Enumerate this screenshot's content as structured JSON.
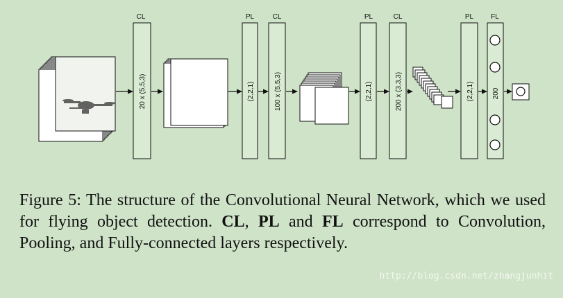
{
  "labels": {
    "cl": "CL",
    "pl": "PL",
    "fl": "FL",
    "conv1": "20 x (5,5,3)",
    "pool1": "(2,2,1)",
    "conv2": "100 x (5,5,3)",
    "pool2": "(2,2,1)",
    "conv3": "200 x (3,3,3)",
    "pool3": "(2,2,1)",
    "fc": "200"
  },
  "caption": {
    "p1": "Figure 5: The structure of the Convolutional Neural Network, which we used for flying object detection. ",
    "b1": "CL",
    "p2": ", ",
    "b2": "PL",
    "p3": " and ",
    "b3": "FL",
    "p4": " correspond to Convolution, Pooling, and Fully-connected layers respectively."
  },
  "watermark": "http://blog.csdn.net/zhangjunhit",
  "colors": {
    "background": "#cfe3c8",
    "stroke": "#111111"
  }
}
